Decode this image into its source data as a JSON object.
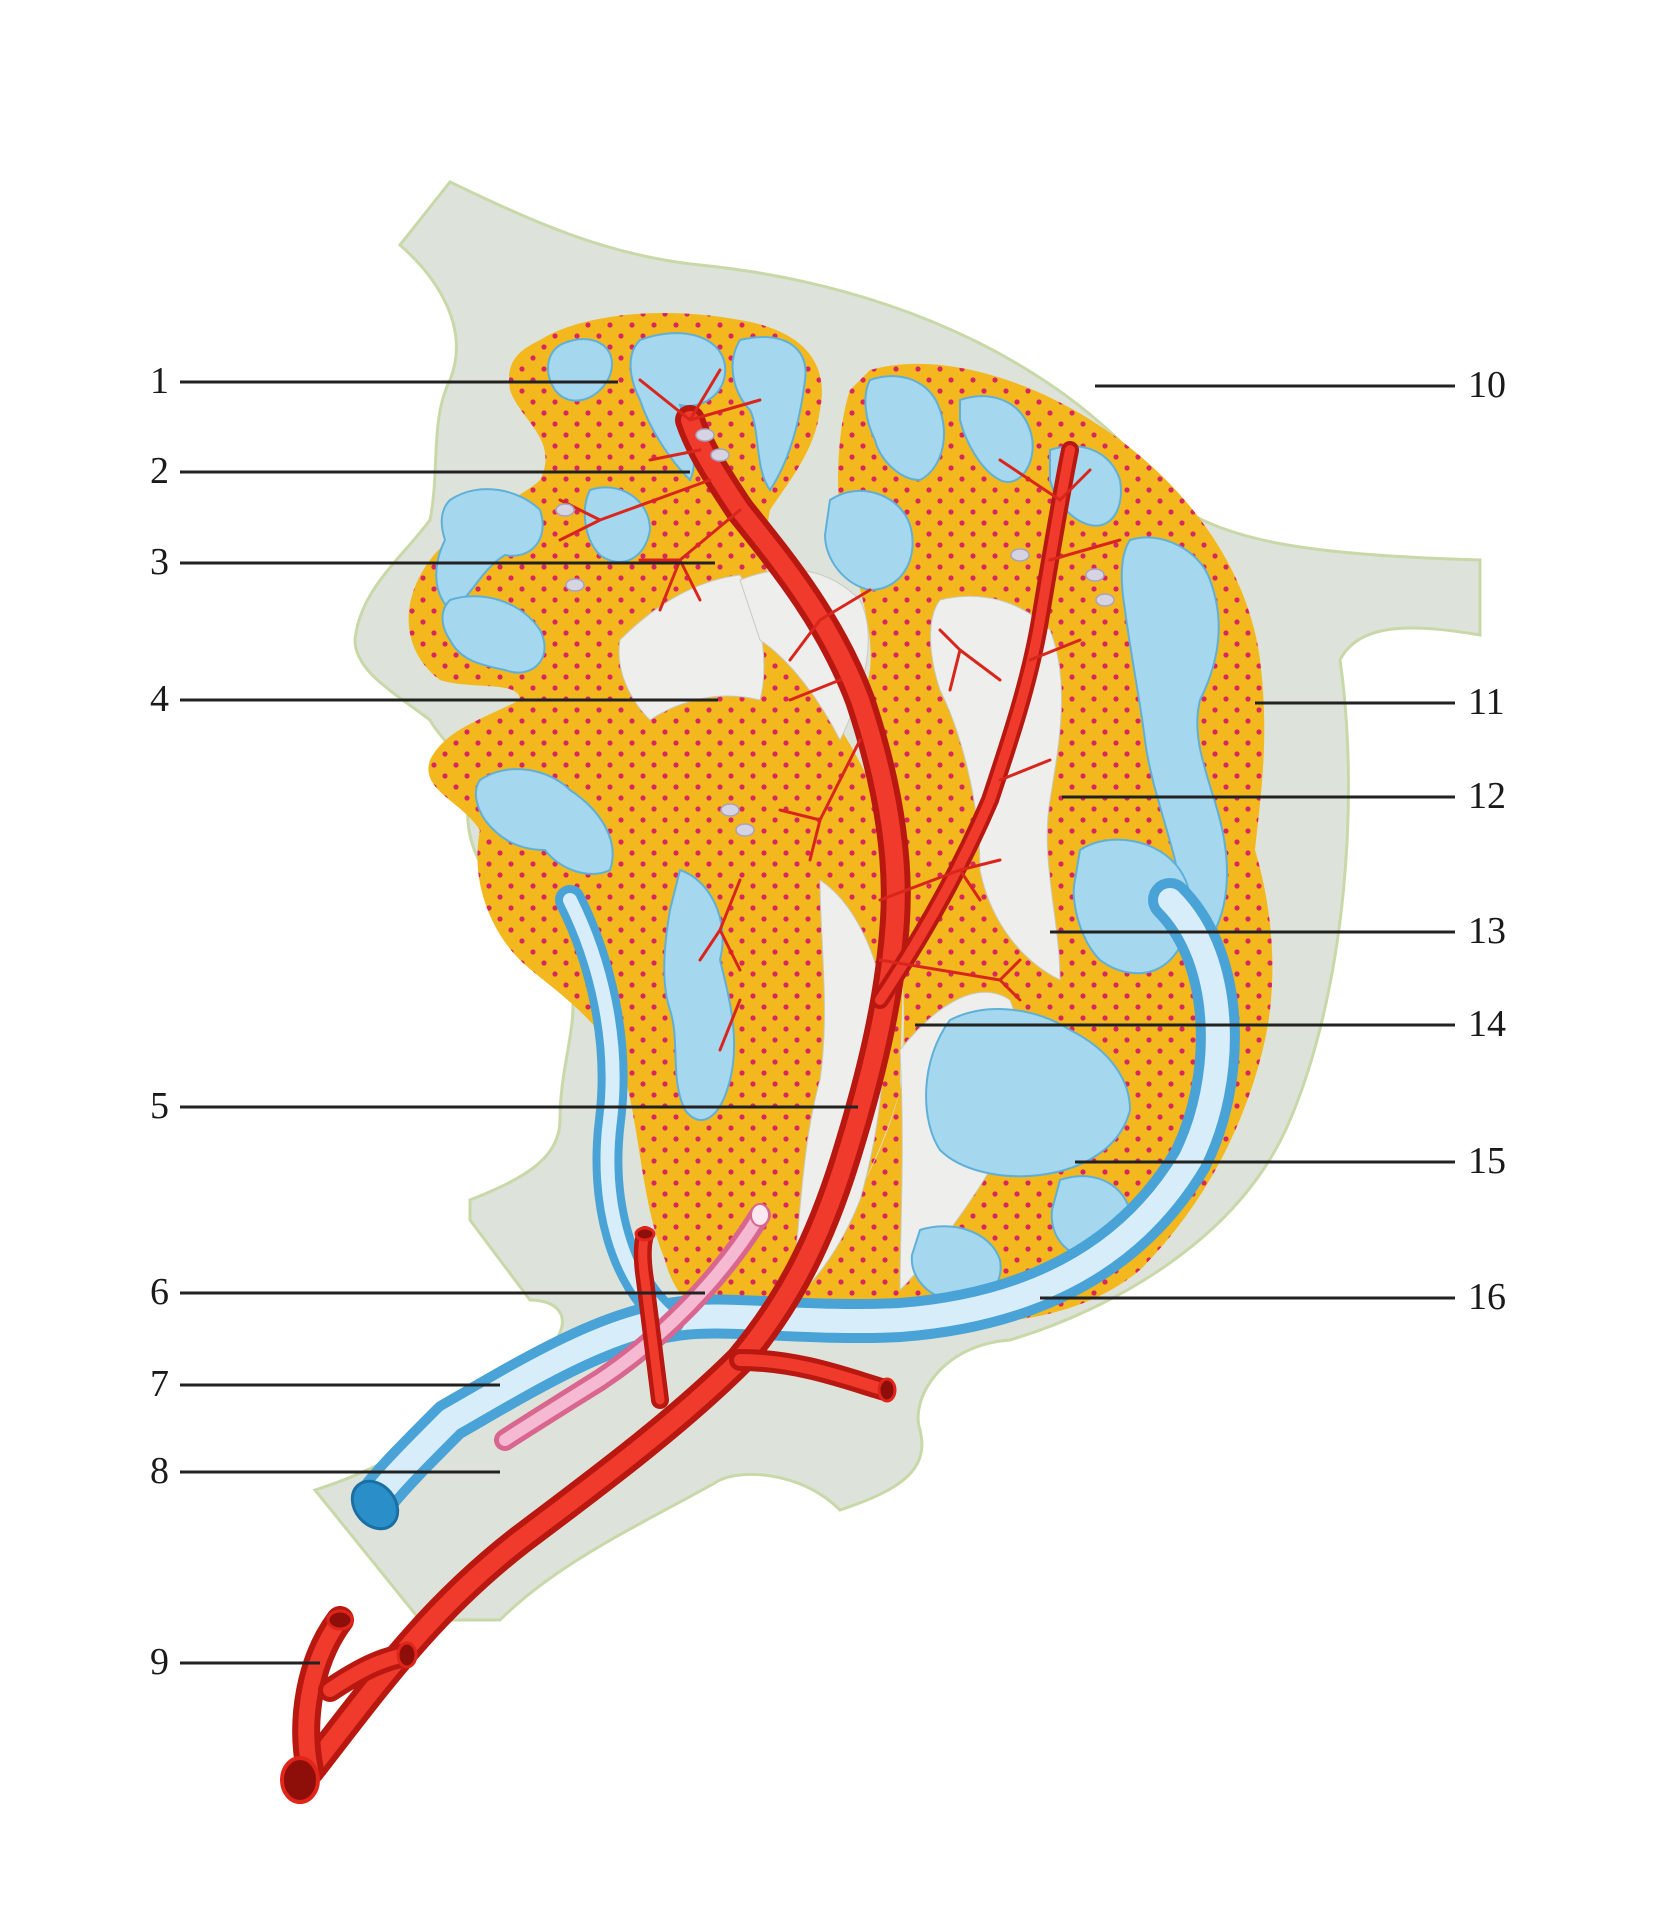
{
  "diagram": {
    "colors": {
      "background": "#ffffff",
      "tissue": "#dde3da",
      "tissue_outline": "#c9d8a8",
      "parenchyma": "#f2b81e",
      "dots": "#d8265f",
      "sinus": "#9fd3ec",
      "sinus_light": "#d7eefa",
      "artery": "#e1251b",
      "artery_dark": "#a3140f",
      "lymph_vessel": "#e58fb8",
      "vein": "#9fd3ec",
      "vein_dark": "#2a8fc9",
      "line": "#222222"
    },
    "left_labels": [
      "1",
      "2",
      "3",
      "4",
      "5",
      "6",
      "7",
      "8",
      "9"
    ],
    "right_labels": [
      "10",
      "11",
      "12",
      "13",
      "14",
      "15",
      "16"
    ]
  }
}
